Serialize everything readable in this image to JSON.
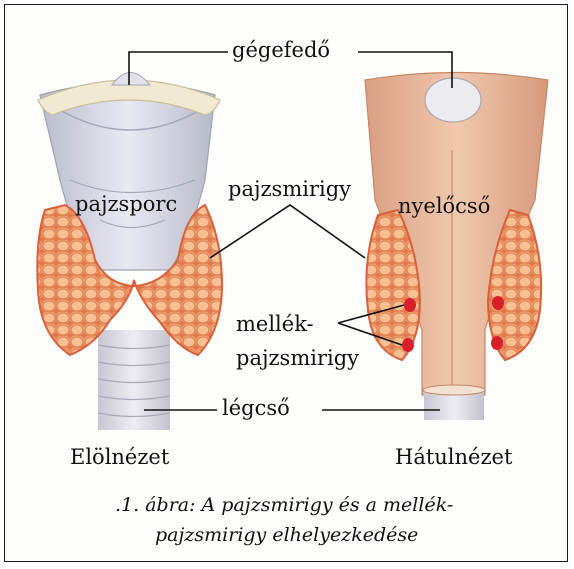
{
  "labels": {
    "epiglottis": "gégefedő",
    "thyroid_cartilage": "pajzsporc",
    "thyroid_gland": "pajzsmirigy",
    "esophagus": "nyelőcső",
    "parathyroid_line1": "mellék-",
    "parathyroid_line2": "pajzsmirigy",
    "trachea": "légcső",
    "front_view": "Elölnézet",
    "back_view": "Hátulnézet"
  },
  "caption": {
    "line1": ".1. ábra: A pajzsmirigy és a mellék-",
    "line2": "pajzsmirigy elhelyezkedése"
  },
  "colors": {
    "thyroid": "#f2b07a",
    "thyroid_outline": "#d9603a",
    "cartilage": "#dcdce8",
    "esophagus": "#e8b89a",
    "parathyroid": "#d81f2a"
  }
}
